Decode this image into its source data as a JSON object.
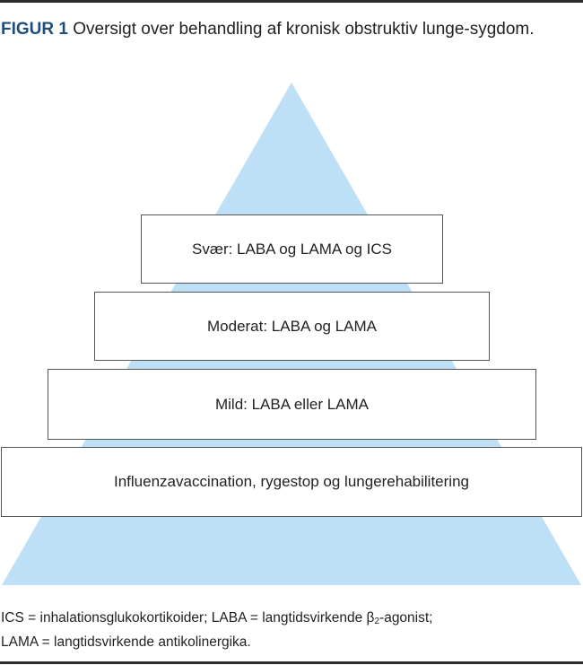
{
  "figure": {
    "label": "FIGUR 1",
    "title": "Oversigt over behandling af kronisk obstruktiv lunge-sygdom."
  },
  "pyramid": {
    "fill_color": "#bde0f7",
    "levels": [
      {
        "name": "severe",
        "text": "Svær: LABA og LAMA og ICS"
      },
      {
        "name": "moderate",
        "text": "Moderat: LABA og LAMA"
      },
      {
        "name": "mild",
        "text": "Mild: LABA eller LAMA"
      },
      {
        "name": "base",
        "text": "Influenzavaccination, rygestop og lungerehabilitering"
      }
    ]
  },
  "footnote": {
    "line1_part1": "ICS = inhalationsglukokortikoider; LABA = langtidsvirkende β",
    "line1_sub": "2",
    "line1_part2": "-agonist;",
    "line2": "LAMA = langtidsvirkende antikolinergika."
  }
}
